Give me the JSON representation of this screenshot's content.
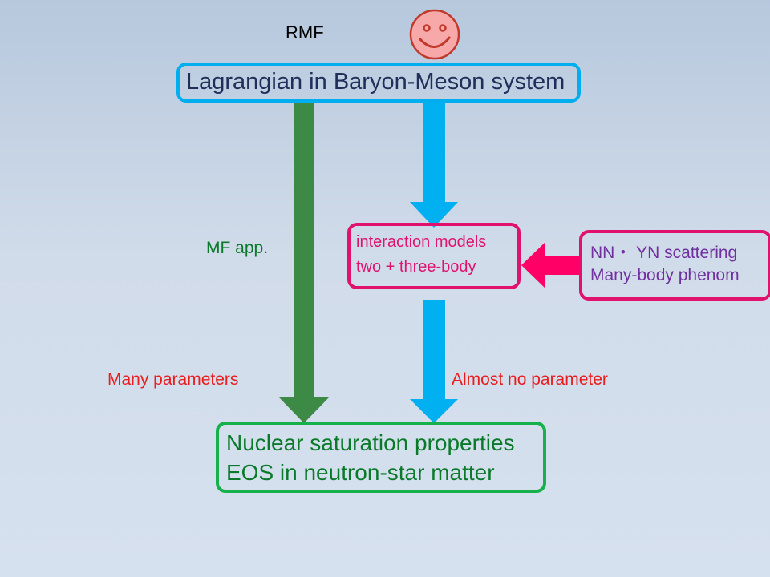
{
  "rmf_label": "RMF",
  "smiley_icon": "smiley-face-icon",
  "top_box": {
    "text": "Lagrangian in Baryon-Meson system"
  },
  "middle_box": {
    "line1": "interaction models",
    "line2": "two + three-body"
  },
  "right_box": {
    "line1": "NN・ YN scattering",
    "line2": "Many-body phenom"
  },
  "bottom_box": {
    "line1": "Nuclear saturation properties",
    "line2": "EOS in neutron-star matter"
  },
  "labels": {
    "mf_app": "MF app.",
    "many_parameters": "Many parameters",
    "almost_no_parameter": "Almost no parameter"
  },
  "colors": {
    "background_top": "#b7c8dd",
    "background_bottom": "#d6e1ef",
    "top_box_border": "#00aeef",
    "pink_border": "#e0126e",
    "green_border": "#16b14c",
    "green_arrow": "#3d8a47",
    "blue_arrow": "#00b0f0",
    "pink_arrow": "#ff0066",
    "dark_text": "#1f2f5a",
    "red_text": "#e81e1e",
    "purple_text": "#7030a0",
    "green_text": "#0a7a2a",
    "smiley_fill": "#f7a8a8",
    "smiley_line": "#c0392b"
  }
}
